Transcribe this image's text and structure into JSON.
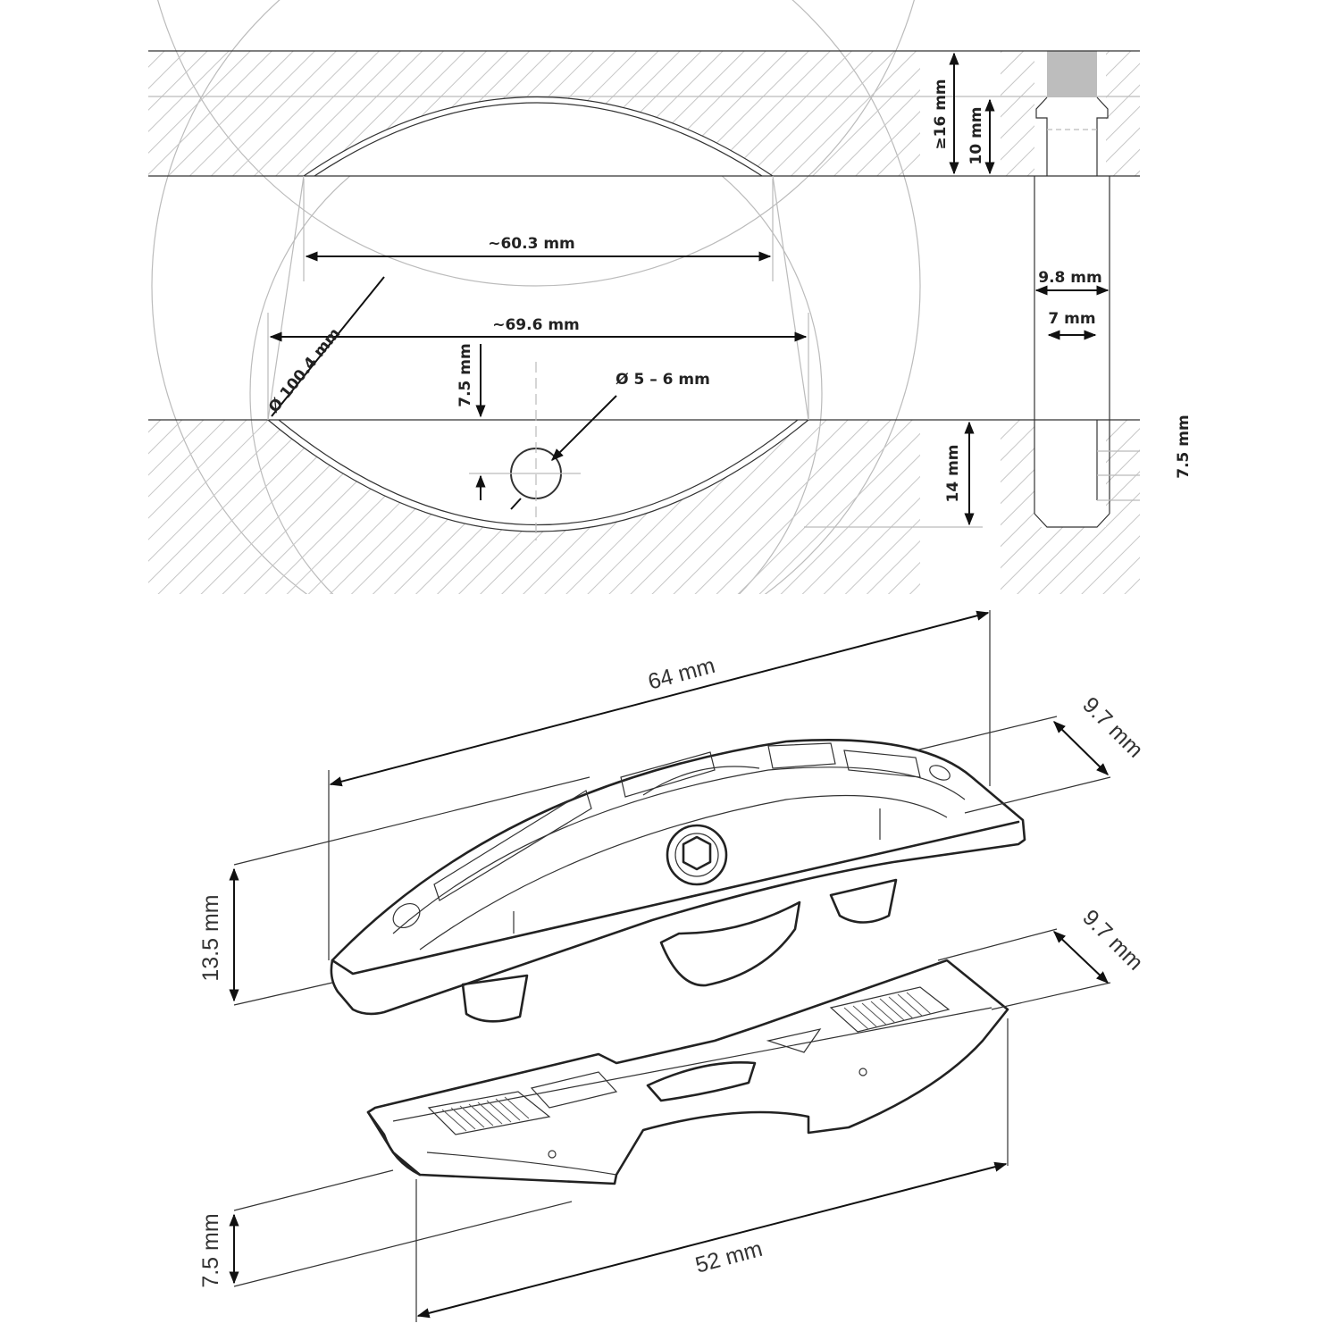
{
  "section_view": {
    "dims": {
      "min_depth": "≥16 mm",
      "depth_10": "10 mm",
      "chord_60": "~60.3 mm",
      "chord_69": "~69.6 mm",
      "diameter": "Ø 100.4 mm",
      "offset_7_5": "7.5 mm",
      "hole": "Ø 5 – 6 mm",
      "depth_14": "14 mm",
      "width_9_8": "9.8 mm",
      "width_7": "7 mm",
      "side_7_5": "7.5 mm"
    }
  },
  "part_view": {
    "dims": {
      "length_top": "64 mm",
      "width_top": "9.7 mm",
      "height_top": "13.5 mm",
      "width_bottom": "9.7 mm",
      "height_bottom": "7.5 mm",
      "length_bottom": "52 mm"
    }
  }
}
